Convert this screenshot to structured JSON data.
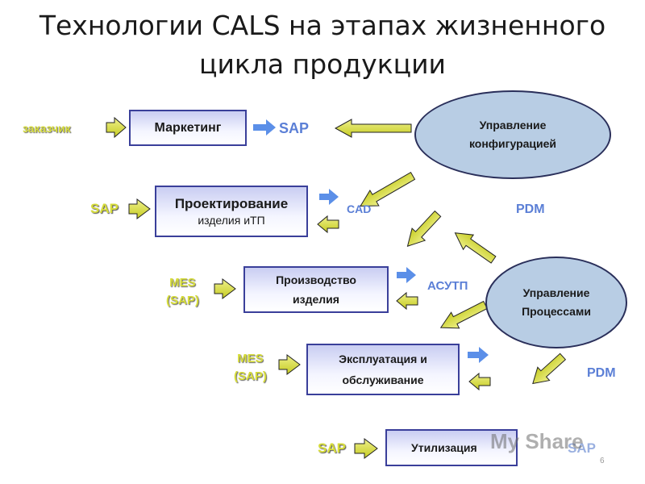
{
  "title_line1": "Технологии CALS на этапах жизненного",
  "title_line2": "цикла продукции",
  "boxes": {
    "marketing": "Маркетинг",
    "design_line1": "Проектирование",
    "design_line2": "изделия иТП",
    "production_line1": "Производство",
    "production_line2": "изделия",
    "operation_line1": "Эксплуатация и",
    "operation_line2": "обслуживание",
    "disposal": "Утилизация"
  },
  "ellipses": {
    "config_line1": "Управление",
    "config_line2": "конфигурацией",
    "process_line1": "Управление",
    "process_line2": "Процессами"
  },
  "labels": {
    "customer": "заказчик",
    "sap_top": "SAP",
    "sap_design": "SAP",
    "cad": "CAD",
    "pdm_top": "PDM",
    "mes1_line1": "MES",
    "mes1_line2": "(SAP)",
    "asutp": "АСУТП",
    "mes2_line1": "MES",
    "mes2_line2": "(SAP)",
    "pdm_bottom": "PDM",
    "sap_disposal": "SAP",
    "sap_disposal_right": "SAP"
  },
  "watermark": "My Share",
  "page_number": "6"
}
